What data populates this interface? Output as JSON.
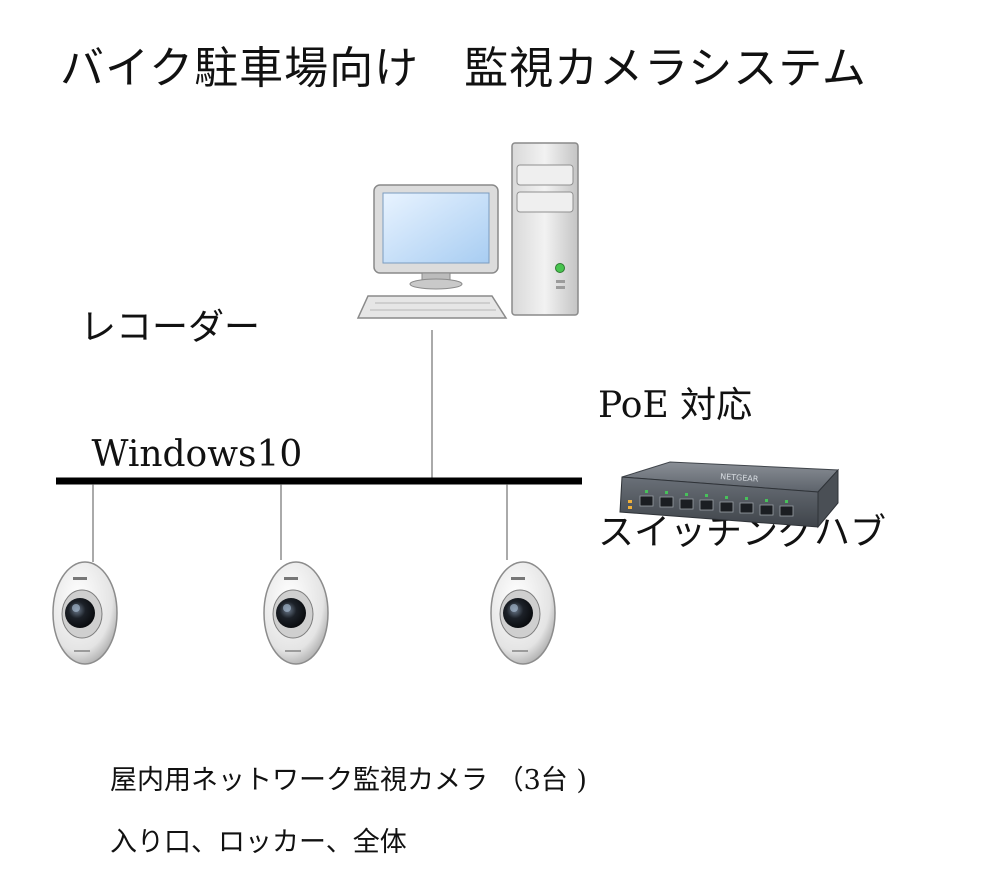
{
  "title": "バイク駐車場向け　監視カメラシステム",
  "recorder": {
    "line1": "レコーダー",
    "line2": " Windows10"
  },
  "switch": {
    "line1": "PoE 対応",
    "line2": "スイッチングハブ",
    "brand": "NETGEAR"
  },
  "cameras": {
    "count": 3,
    "description": "屋内用ネットワーク監視カメラ （3台 )",
    "locations": "入り口、ロッカー、全体"
  },
  "icons": [
    "desktop-pc-icon",
    "network-switch-icon",
    "dome-camera-icon"
  ]
}
